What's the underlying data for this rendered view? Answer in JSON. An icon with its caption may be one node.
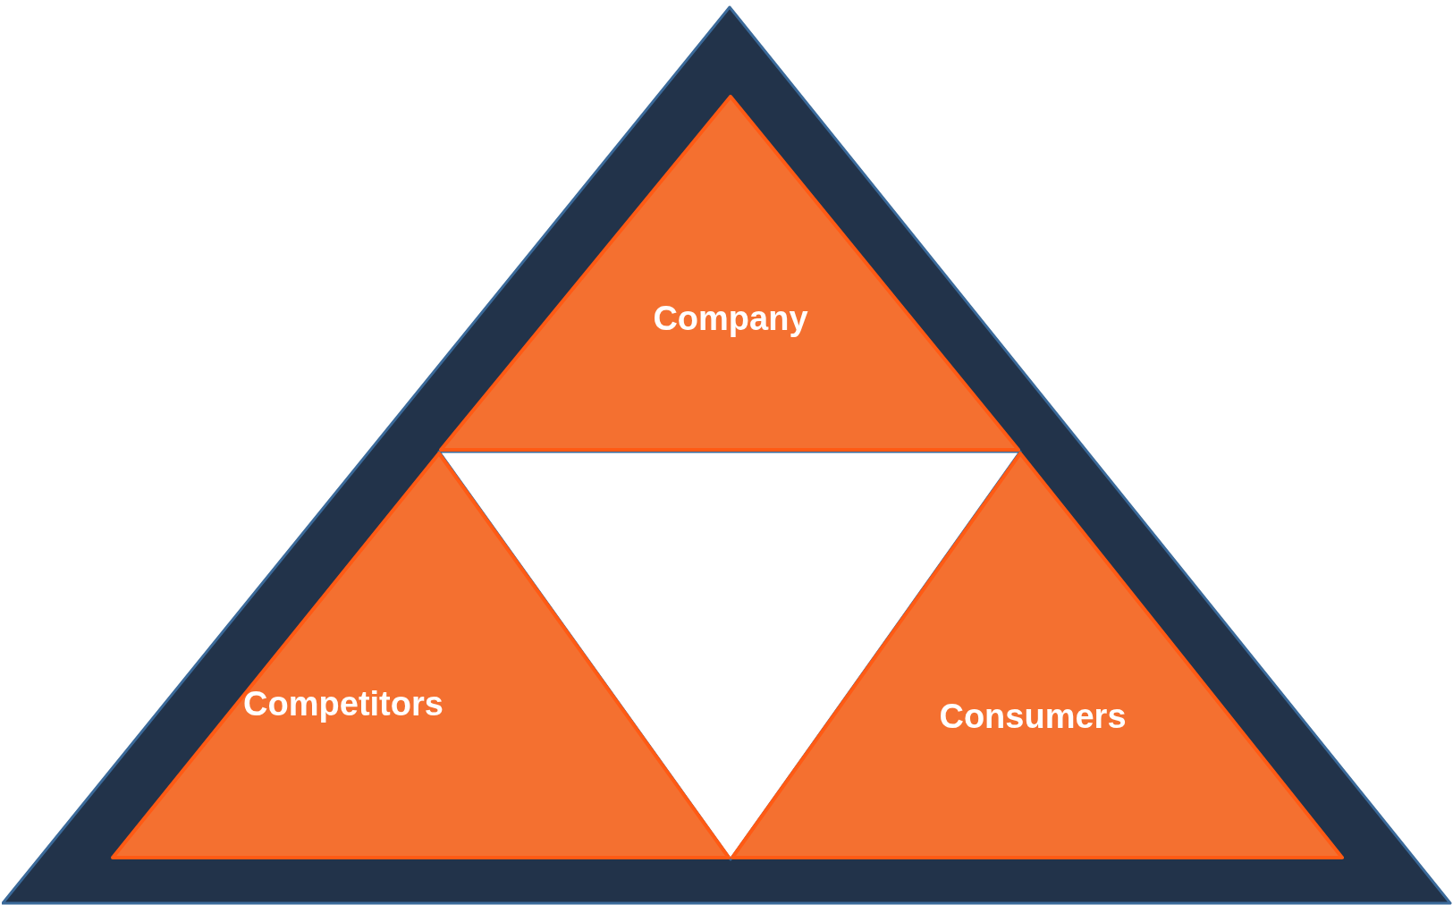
{
  "diagram": {
    "nodes": [
      {
        "text": [],
        "shape": "triangle"
      },
      {
        "text": [
          "Company"
        ],
        "in": 0
      },
      {
        "text": [
          "Competitors"
        ],
        "in": 0
      },
      {
        "text": [
          "Consumers"
        ],
        "in": 0
      }
    ]
  }
}
